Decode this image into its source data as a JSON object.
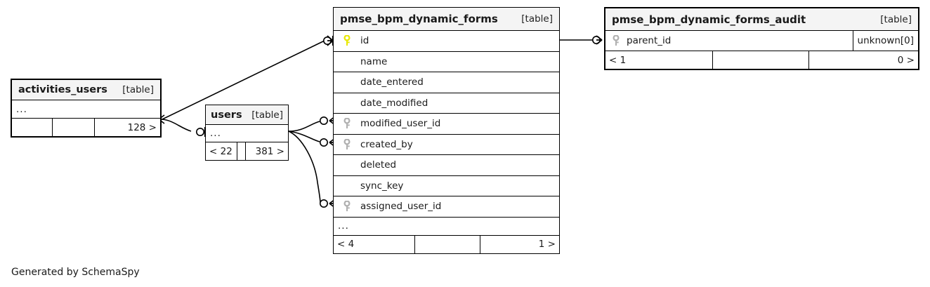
{
  "diagram": {
    "caption": "Generated by SchemaSpy",
    "table_tag": "[table]",
    "ellipsis": "...",
    "colors": {
      "primary_key": "#e8e800",
      "foreign_key": "#b0b0b0",
      "border": "#000000",
      "header_bg": "#f4f4f4",
      "background": "#ffffff"
    }
  },
  "tables": {
    "activities_users": {
      "name": "activities_users",
      "tag": "[table]",
      "ellipsis": "...",
      "footer": [
        "",
        "",
        "128 >"
      ]
    },
    "users": {
      "name": "users",
      "tag": "[table]",
      "ellipsis": "...",
      "footer": [
        "< 22",
        "",
        "381 >"
      ]
    },
    "pmse_bpm_dynamic_forms": {
      "name": "pmse_bpm_dynamic_forms",
      "tag": "[table]",
      "ellipsis": "...",
      "columns": [
        {
          "label": "id",
          "key": "primary"
        },
        {
          "label": "name",
          "key": "none"
        },
        {
          "label": "date_entered",
          "key": "none"
        },
        {
          "label": "date_modified",
          "key": "none"
        },
        {
          "label": "modified_user_id",
          "key": "foreign"
        },
        {
          "label": "created_by",
          "key": "foreign"
        },
        {
          "label": "deleted",
          "key": "none"
        },
        {
          "label": "sync_key",
          "key": "none"
        },
        {
          "label": "assigned_user_id",
          "key": "foreign"
        }
      ],
      "footer": [
        "< 4",
        "",
        "1 >"
      ]
    },
    "pmse_bpm_dynamic_forms_audit": {
      "name": "pmse_bpm_dynamic_forms_audit",
      "tag": "[table]",
      "columns": [
        {
          "label": "parent_id",
          "type": "unknown[0]",
          "key": "foreign"
        }
      ],
      "footer": [
        "< 1",
        "",
        "0 >"
      ]
    }
  },
  "relationships": [
    {
      "from": "activities_users",
      "to": "pmse_bpm_dynamic_forms.id",
      "from_cardinality": "one",
      "to_cardinality": "many"
    },
    {
      "from": "activities_users",
      "to": "users",
      "from_cardinality": "one",
      "to_cardinality": "one"
    },
    {
      "from": "users",
      "to": "pmse_bpm_dynamic_forms.modified_user_id",
      "from_cardinality": "one",
      "to_cardinality": "many"
    },
    {
      "from": "users",
      "to": "pmse_bpm_dynamic_forms.created_by",
      "from_cardinality": "one",
      "to_cardinality": "many"
    },
    {
      "from": "users",
      "to": "pmse_bpm_dynamic_forms.assigned_user_id",
      "from_cardinality": "one",
      "to_cardinality": "many"
    },
    {
      "from": "pmse_bpm_dynamic_forms.id",
      "to": "pmse_bpm_dynamic_forms_audit.parent_id",
      "from_cardinality": "one",
      "to_cardinality": "many"
    }
  ]
}
